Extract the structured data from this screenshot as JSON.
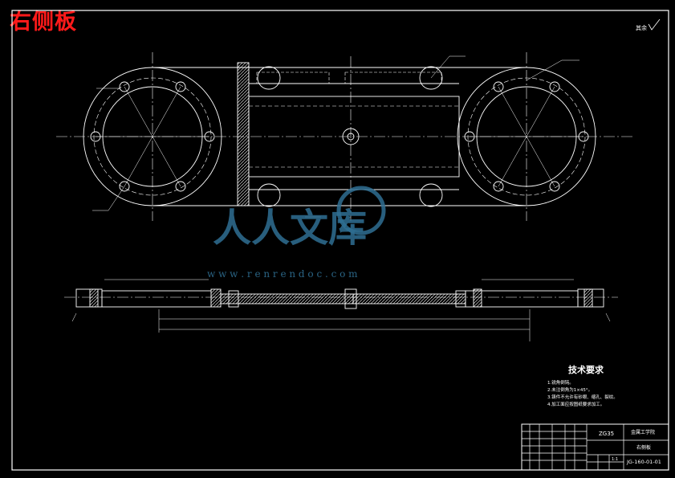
{
  "drawing": {
    "corner_title": "右侧板",
    "roughness_note": "其余",
    "tech_requirements": {
      "heading": "技术要求",
      "items": [
        "1.锐角倒钝。",
        "2.未注倒角为1×45°。",
        "3.铸件不允许有砂眼、缩孔、裂纹。",
        "4.加工面应按图纸要求加工。"
      ]
    },
    "title_block": {
      "material": "ZG35",
      "company": "金属工学院",
      "part_name": "右侧板",
      "drawing_number": "JG-160-01-01",
      "scale": "1:1"
    },
    "watermark": {
      "text": "人人文库",
      "url": "w w w . r e n r e n d o c . c o m"
    },
    "colors": {
      "background": "#000000",
      "lines": "#ffffff",
      "title_red": "#ff1a1a",
      "watermark": "#2f6f93"
    }
  }
}
